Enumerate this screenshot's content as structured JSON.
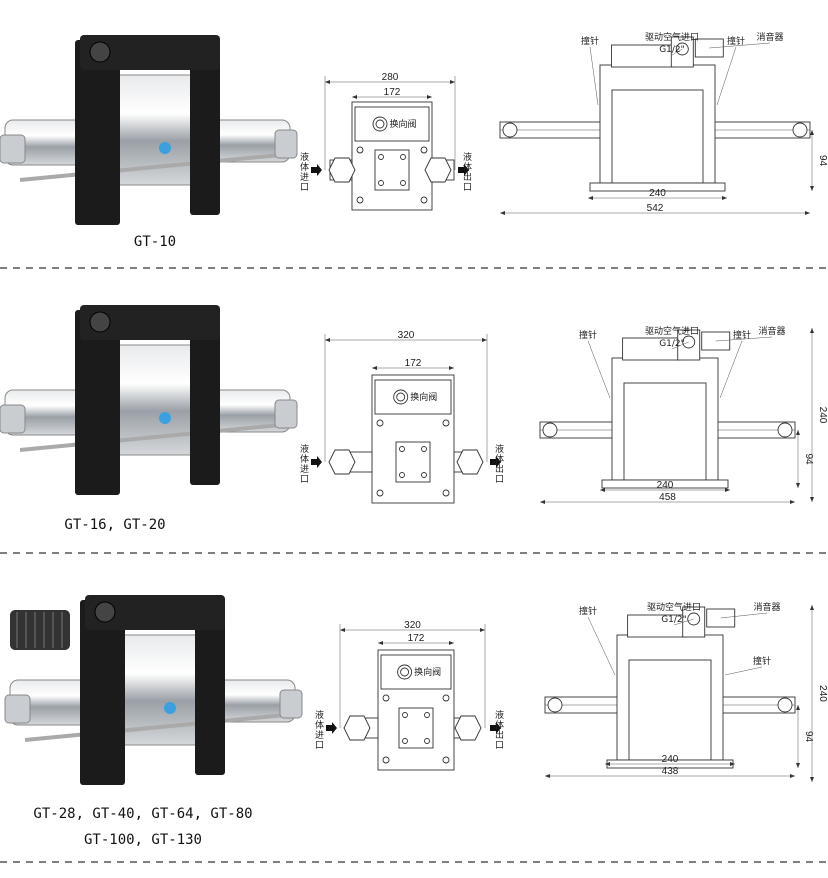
{
  "sections": [
    {
      "models": [
        "GT-10"
      ],
      "front_view": {
        "overall_width": "280",
        "valve_width": "172",
        "valve_label": "换向阀",
        "inlet_label": "液体进口",
        "outlet_label": "液体出口"
      },
      "side_view": {
        "striker_left": "撞针",
        "air_inlet": "驱动空气进口",
        "air_thread": "G1/2\"",
        "striker_right": "撞针",
        "muffler": "消音器",
        "base_width": "240",
        "overall_length": "542",
        "center_height": "94"
      }
    },
    {
      "models": [
        "GT-16, GT-20"
      ],
      "front_view": {
        "overall_width": "320",
        "valve_width": "172",
        "valve_label": "换向阀",
        "inlet_label": "液体进口",
        "outlet_label": "液体出口"
      },
      "side_view": {
        "striker_left": "撞针",
        "air_inlet": "驱动空气进口",
        "air_thread": "G1/2\"",
        "striker_right": "撞针",
        "muffler": "消音器",
        "base_width": "240",
        "overall_length": "458",
        "center_height": "94",
        "overall_height": "240"
      }
    },
    {
      "models": [
        "GT-28, GT-40, GT-64, GT-80",
        "GT-100, GT-130"
      ],
      "front_view": {
        "overall_width": "320",
        "valve_width": "172",
        "valve_label": "换向阀",
        "inlet_label": "液体进口",
        "outlet_label": "液体出口"
      },
      "side_view": {
        "striker_left": "撞针",
        "air_inlet": "驱动空气进口",
        "air_thread": "G1/2\"",
        "striker_right": "撞针",
        "muffler": "消音器",
        "base_width": "240",
        "overall_length": "438",
        "center_height": "94",
        "overall_height": "240"
      }
    }
  ]
}
